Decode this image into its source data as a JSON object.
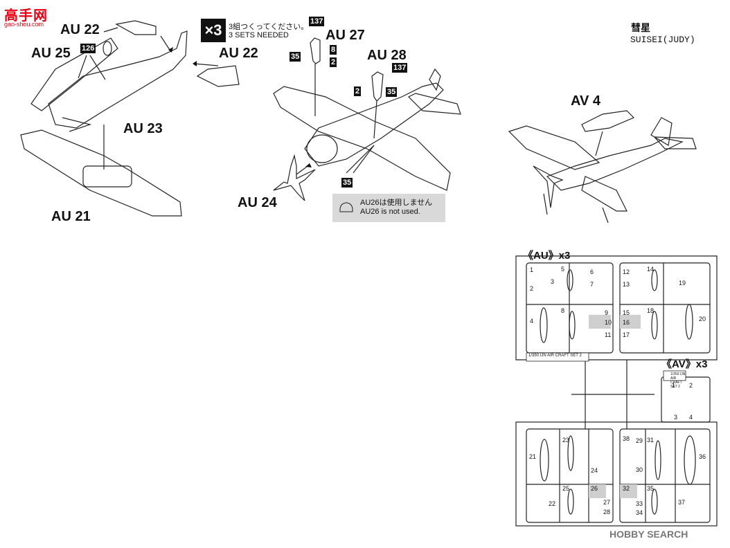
{
  "site_logo": {
    "text": "高手网",
    "url": "gao-shou.com"
  },
  "part_labels": {
    "au22_top": "AU 22",
    "au22_right": "AU 22",
    "au25": "AU 25",
    "au23": "AU 23",
    "au21": "AU 21",
    "au27": "AU 27",
    "au28": "AU 28",
    "au24": "AU 24",
    "av4": "AV 4"
  },
  "paint_codes": {
    "c126": "126",
    "c137_a": "137",
    "c8": "8",
    "c35_a": "35",
    "c2_a": "2",
    "c137_b": "137",
    "c2_b": "2",
    "c35_b": "35",
    "c35_c": "35"
  },
  "sets": {
    "multiplier": "×3",
    "jp": "3組つくってください。",
    "en": "3 SETS NEEDED"
  },
  "note": {
    "jp": "AU26は使用しません",
    "en": "AU26 is not used."
  },
  "aircraft": {
    "name_jp": "彗星",
    "name_en": "SUISEI(JUDY)"
  },
  "runners": {
    "au_title": "《AU》x3",
    "av_title": "《AV》x3",
    "au_tag": "1/350 IJN AIR CRAFT SET 2",
    "av_tag": "1/350 IJN AIR CRAFT SET 2"
  },
  "runner_numbers": {
    "au_top": [
      "1",
      "2",
      "3",
      "5",
      "6",
      "7",
      "8",
      "9",
      "10",
      "11",
      "4",
      "12",
      "13",
      "14",
      "15",
      "16",
      "17",
      "18",
      "19",
      "20"
    ],
    "av": [
      "1",
      "2",
      "3",
      "4"
    ],
    "au_bottom": [
      "21",
      "22",
      "23",
      "24",
      "25",
      "26",
      "27",
      "28",
      "29",
      "30",
      "31",
      "32",
      "33",
      "34",
      "35",
      "36",
      "37",
      "38"
    ]
  },
  "watermark": "HOBBY SEARCH"
}
